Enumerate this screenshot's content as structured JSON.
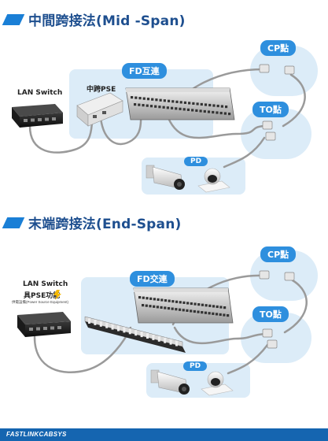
{
  "mid_span": {
    "title": "中間跨接法(Mid -Span)",
    "fd_label": "FD互連",
    "cp_label": "CP點",
    "to_label": "TO點",
    "pd_label": "PD",
    "switch_label": "LAN Switch",
    "pse_label": "中跨PSE"
  },
  "end_span": {
    "title": "末端跨接法(End-Span)",
    "fd_label": "FD交連",
    "cp_label": "CP點",
    "to_label": "TO點",
    "pd_label": "PD",
    "switch_label": "LAN Switch",
    "switch_sublabel": "具PSE功能",
    "switch_note": "供電設備(Power Source Equipment)"
  },
  "footer": {
    "brand": "FASTLINKCABSYS"
  },
  "colors": {
    "accent": "#2e8fde",
    "zone": "#dcecf8",
    "title": "#1e4f8f",
    "footer": "#1565b0"
  }
}
